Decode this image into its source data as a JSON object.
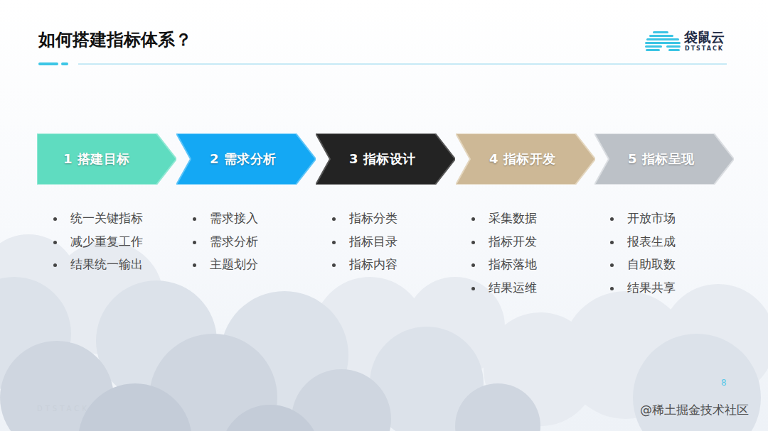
{
  "diagram": {
    "title": "如何搭建指标体系？",
    "nodes": [
      {
        "text": [
          "1 搭建目标"
        ]
      },
      {
        "text": [
          "2 需求分析"
        ]
      },
      {
        "text": [
          "3 指标设计"
        ]
      },
      {
        "text": [
          "4 指标开发"
        ]
      },
      {
        "text": [
          "5 指标呈现"
        ]
      }
    ],
    "labels": [
      "统一关键指标",
      "减少重复工作",
      "结果统一输出",
      "需求接入",
      "需求分析",
      "主题划分",
      "指标分类",
      "指标目录",
      "指标内容",
      "采集数据",
      "指标开发",
      "指标落地",
      "结果运维",
      "开放市场",
      "报表生成",
      "自助取数",
      "结果共享",
      "袋鼠云",
      "DTSTACK",
      "8",
      "DTSTACK",
      "@稀土掘金技术社区"
    ]
  }
}
